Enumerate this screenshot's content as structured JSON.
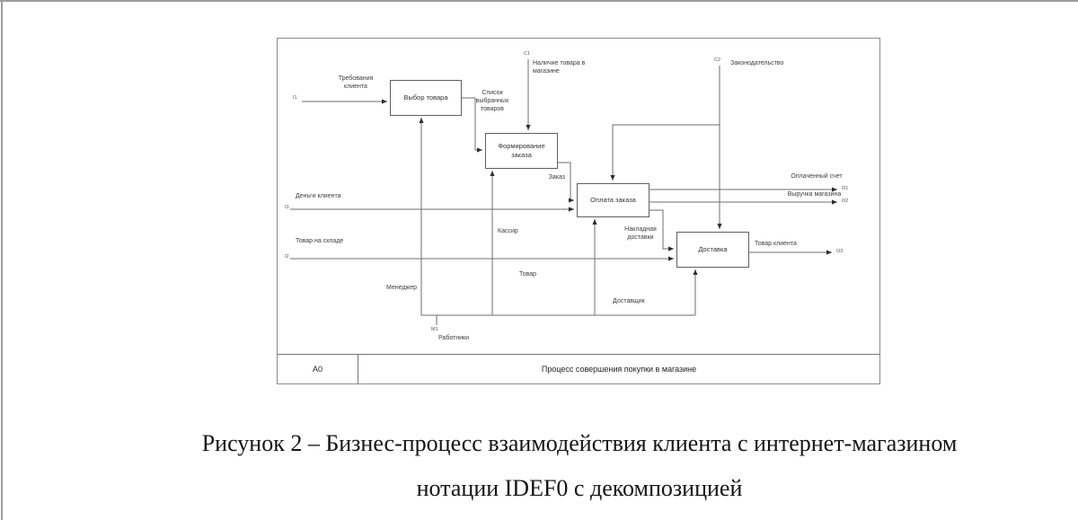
{
  "page": {
    "caption_line1": "Рисунок 2 – Бизнес-процесс взаимодействия клиента с интернет-магазином",
    "caption_line2": "нотации IDEF0 с декомпозицией"
  },
  "diagram": {
    "node_id": "A0",
    "node_title": "Процесс совершения покупки в магазине",
    "activities": {
      "select": "Выбор товара",
      "form_order": "Формирование\nзаказа",
      "payment": "Оплата заказа",
      "delivery": "Доставка"
    },
    "inputs": {
      "i1": {
        "code": "I1",
        "label": "Требования\nклиента"
      },
      "i2": {
        "code": "I2",
        "label": "Товар на складе"
      },
      "i3": {
        "code": "I3",
        "label": "Деньги клиента"
      }
    },
    "controls": {
      "c1": {
        "code": "C1",
        "label": "Наличие товара в\nмагазине"
      },
      "c2": {
        "code": "C2",
        "label": "Законодательство"
      }
    },
    "outputs": {
      "o1": {
        "code": "O1",
        "label": "Оплаченный счет"
      },
      "o2": {
        "code": "O2",
        "label": "Выручка магазина"
      },
      "o3": {
        "code": "O3",
        "label": "Товар клиента"
      }
    },
    "mechanisms": {
      "m1": {
        "code": "M1",
        "label": "Работники"
      },
      "manager": "Менеджер",
      "cashier": "Кассир",
      "goods": "Товар",
      "courier": "Доставщик"
    },
    "flows": {
      "selected_list": "Список\nвыбранных\nтоваров",
      "order": "Заказ",
      "delivery_invoice": "Накладная\nдоставки"
    }
  }
}
